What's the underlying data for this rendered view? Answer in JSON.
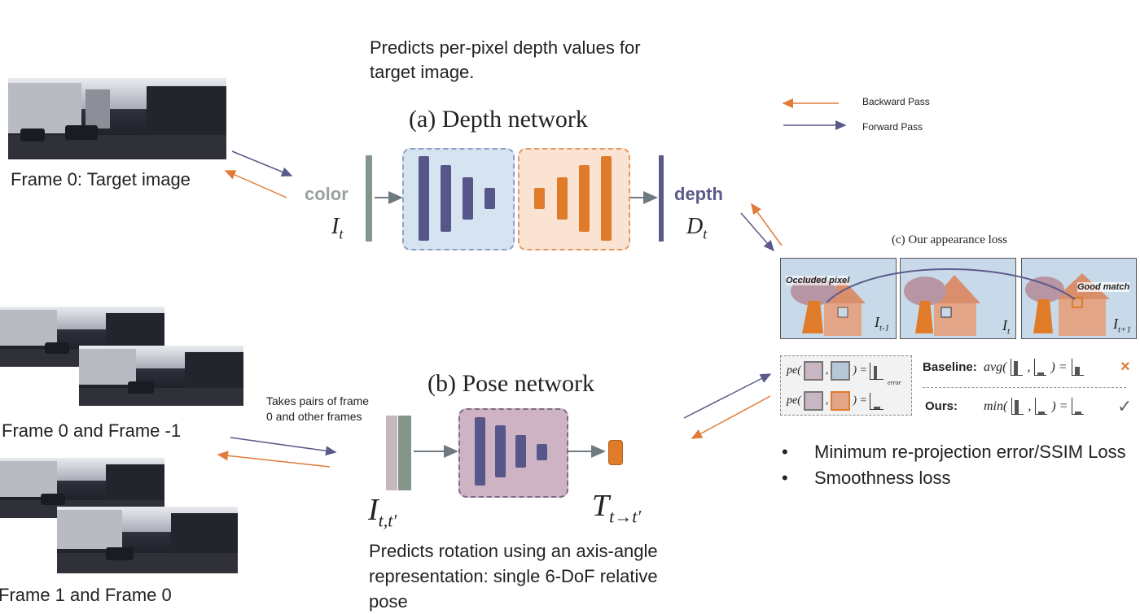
{
  "top_note": "Predicts per-pixel depth values for target image.",
  "depth_title": "(a) Depth network",
  "pose_title": "(b) Pose network",
  "appearance_title": "(c) Our appearance loss",
  "legend": {
    "backward": "Backward Pass",
    "forward": "Forward Pass"
  },
  "frames": {
    "target": "Frame 0: Target image",
    "pair1": "Frame 0 and Frame -1",
    "pair2": "Frame 1 and Frame 0"
  },
  "pairs_note": "Takes pairs of frame 0 and other frames",
  "color_label": "color",
  "depth_label": "depth",
  "math": {
    "It": "I",
    "It_sub": "t",
    "Dt": "D",
    "Dt_sub": "t",
    "Itt": "I",
    "Itt_sub": "t,t′",
    "T": "T",
    "T_sub": "t→t′"
  },
  "scene": {
    "occluded": "Occluded pixel",
    "good_match": "Good match",
    "labels": [
      "I",
      "I",
      "I"
    ],
    "subs": [
      "t-1",
      "t",
      "t+1"
    ]
  },
  "loss": {
    "pe": "pe(",
    "eq": ") =",
    "comma": ",",
    "error": "error",
    "baseline_label": "Baseline:",
    "baseline_fn": "avg(",
    "ours_label": "Ours:",
    "ours_fn": "min(",
    "cross": "×",
    "check": "✓"
  },
  "bullets": [
    "Minimum re-projection error/SSIM Loss",
    "Smoothness loss"
  ],
  "pose_note": "Predicts rotation using an axis-angle representation: single 6-DoF relative pose",
  "colors": {
    "forward": "#5b5b8a",
    "backward": "#e07b39",
    "encoder": "#56568a",
    "decoder": "#e07b2a"
  }
}
